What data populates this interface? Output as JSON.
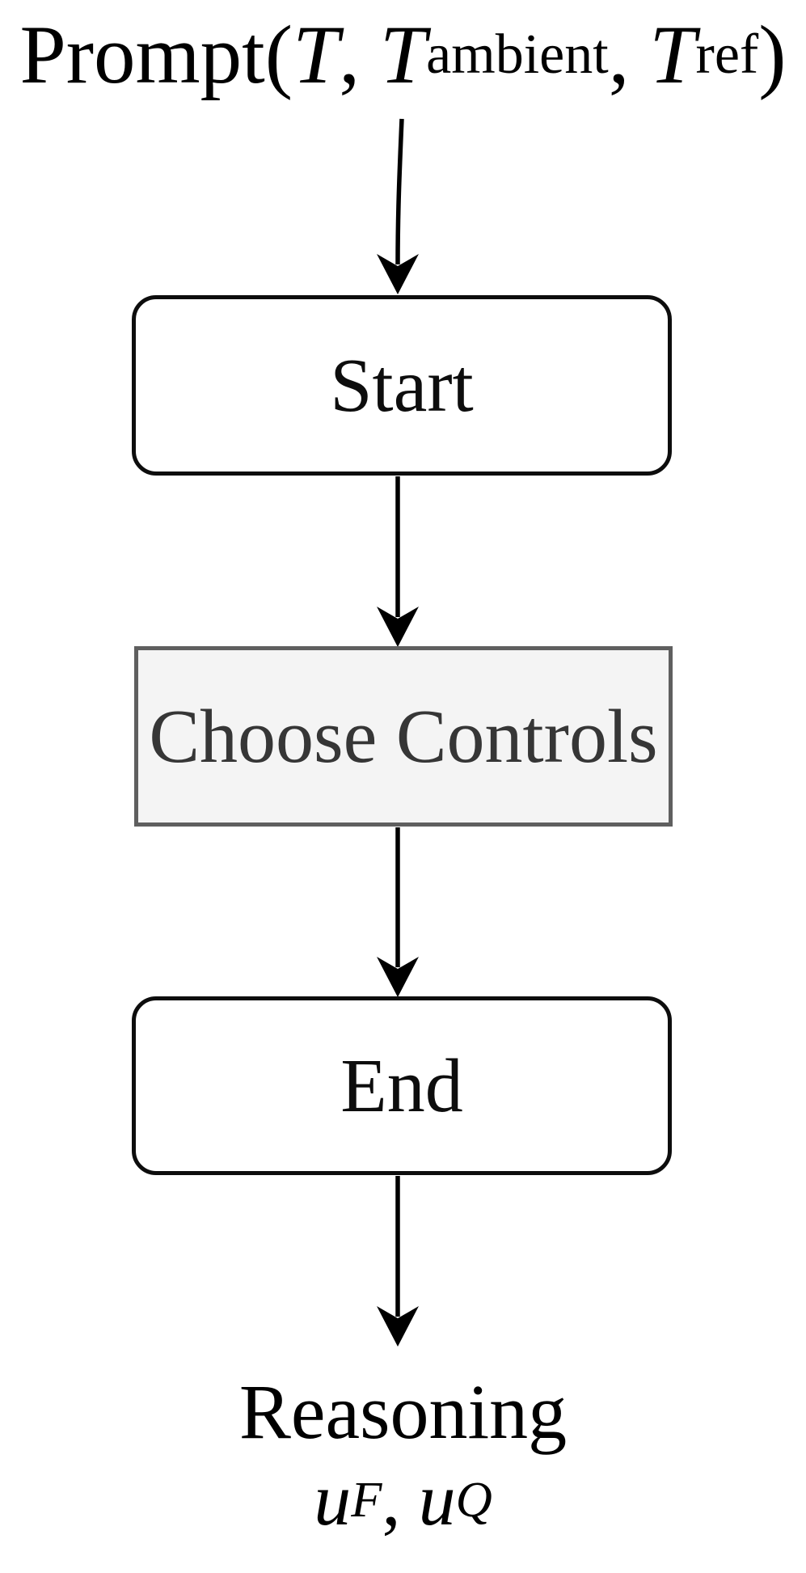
{
  "background": "#ffffff",
  "formula": {
    "func": "Prompt",
    "open": "(",
    "arg1": "T",
    "comma1": ",",
    "arg2": "T",
    "arg2_sub": "ambient",
    "comma2": ",",
    "arg3": "T",
    "arg3_sub": "ref",
    "close": ")"
  },
  "nodes": [
    {
      "id": "start",
      "label": "Start",
      "shape": "rounded-rect",
      "fill": "#ffffff",
      "border": "#0d0d0d",
      "text_color": "#0d0d0d"
    },
    {
      "id": "choose-controls",
      "label": "Choose Controls",
      "shape": "rect",
      "fill": "#f4f4f4",
      "border": "#5f5f5f",
      "text_color": "#363636"
    },
    {
      "id": "end",
      "label": "End",
      "shape": "rounded-rect",
      "fill": "#ffffff",
      "border": "#0d0d0d",
      "text_color": "#0d0d0d"
    }
  ],
  "edges": [
    {
      "from": "prompt-formula",
      "to": "start"
    },
    {
      "from": "start",
      "to": "choose-controls"
    },
    {
      "from": "choose-controls",
      "to": "end"
    },
    {
      "from": "end",
      "to": "reasoning-output"
    }
  ],
  "output": {
    "label": "Reasoning",
    "var1": "u",
    "var1_sub": "F",
    "comma": ",",
    "var2": "u",
    "var2_sub": "Q"
  },
  "colors": {
    "arrow": "#000000",
    "node_border_black": "#0d0d0d",
    "process_border_gray": "#5f5f5f",
    "process_fill": "#f4f4f4",
    "process_text": "#363636",
    "text": "#000000"
  }
}
